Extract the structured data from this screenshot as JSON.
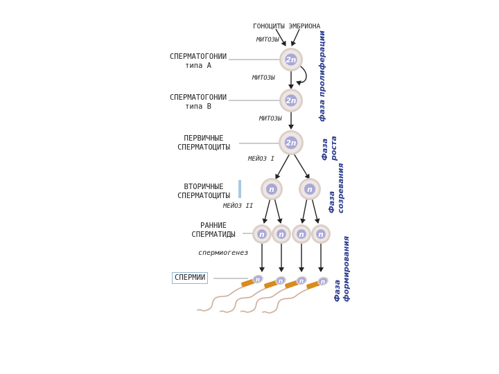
{
  "labels": {
    "top": "ГОНОЦИТЫ ЭМБРИОНА",
    "spermatogonia_a": [
      "СПЕРМАТОГОНИИ",
      "типа А"
    ],
    "spermatogonia_b": [
      "СПЕРМАТОГОНИИ",
      "типа В"
    ],
    "primary": [
      "ПЕРВИЧНЫЕ",
      "СПЕРМАТОЦИТЫ"
    ],
    "secondary": [
      "ВТОРИЧНЫЕ",
      "СПЕРМАТОЦИТЫ"
    ],
    "spermatids": [
      "РАННИЕ",
      "СПЕРМАТИДЫ"
    ],
    "sperm": "СПЕРМИИ"
  },
  "processes": {
    "mitosis1": "МИТОЗЫ",
    "mitosis2": "МИТОЗЫ",
    "mitosis3": "МИТОЗЫ",
    "meiosis1": "МЕЙОЗ I",
    "meiosis2": "МЕЙОЗ II",
    "spermiogenesis": "спермиогенез"
  },
  "phases": {
    "proliferation": "фаза пролиферации",
    "growth": [
      "Фаза",
      "роста"
    ],
    "maturation": [
      "Фаза",
      "созревания"
    ],
    "formation": [
      "Фаза",
      "формирования"
    ]
  },
  "ploidy": {
    "diploid": "2n",
    "haploid": "n"
  },
  "colors": {
    "cell_fill": "#efe6e2",
    "cell_ring": "#d9cfcb",
    "nucleus": "#a9a9d8",
    "phase_text": "#2b3d8f",
    "midpiece": "#d98b1e",
    "tail": "#e2c9b8",
    "line": "#222222",
    "label_border": "#8fb6d6"
  }
}
